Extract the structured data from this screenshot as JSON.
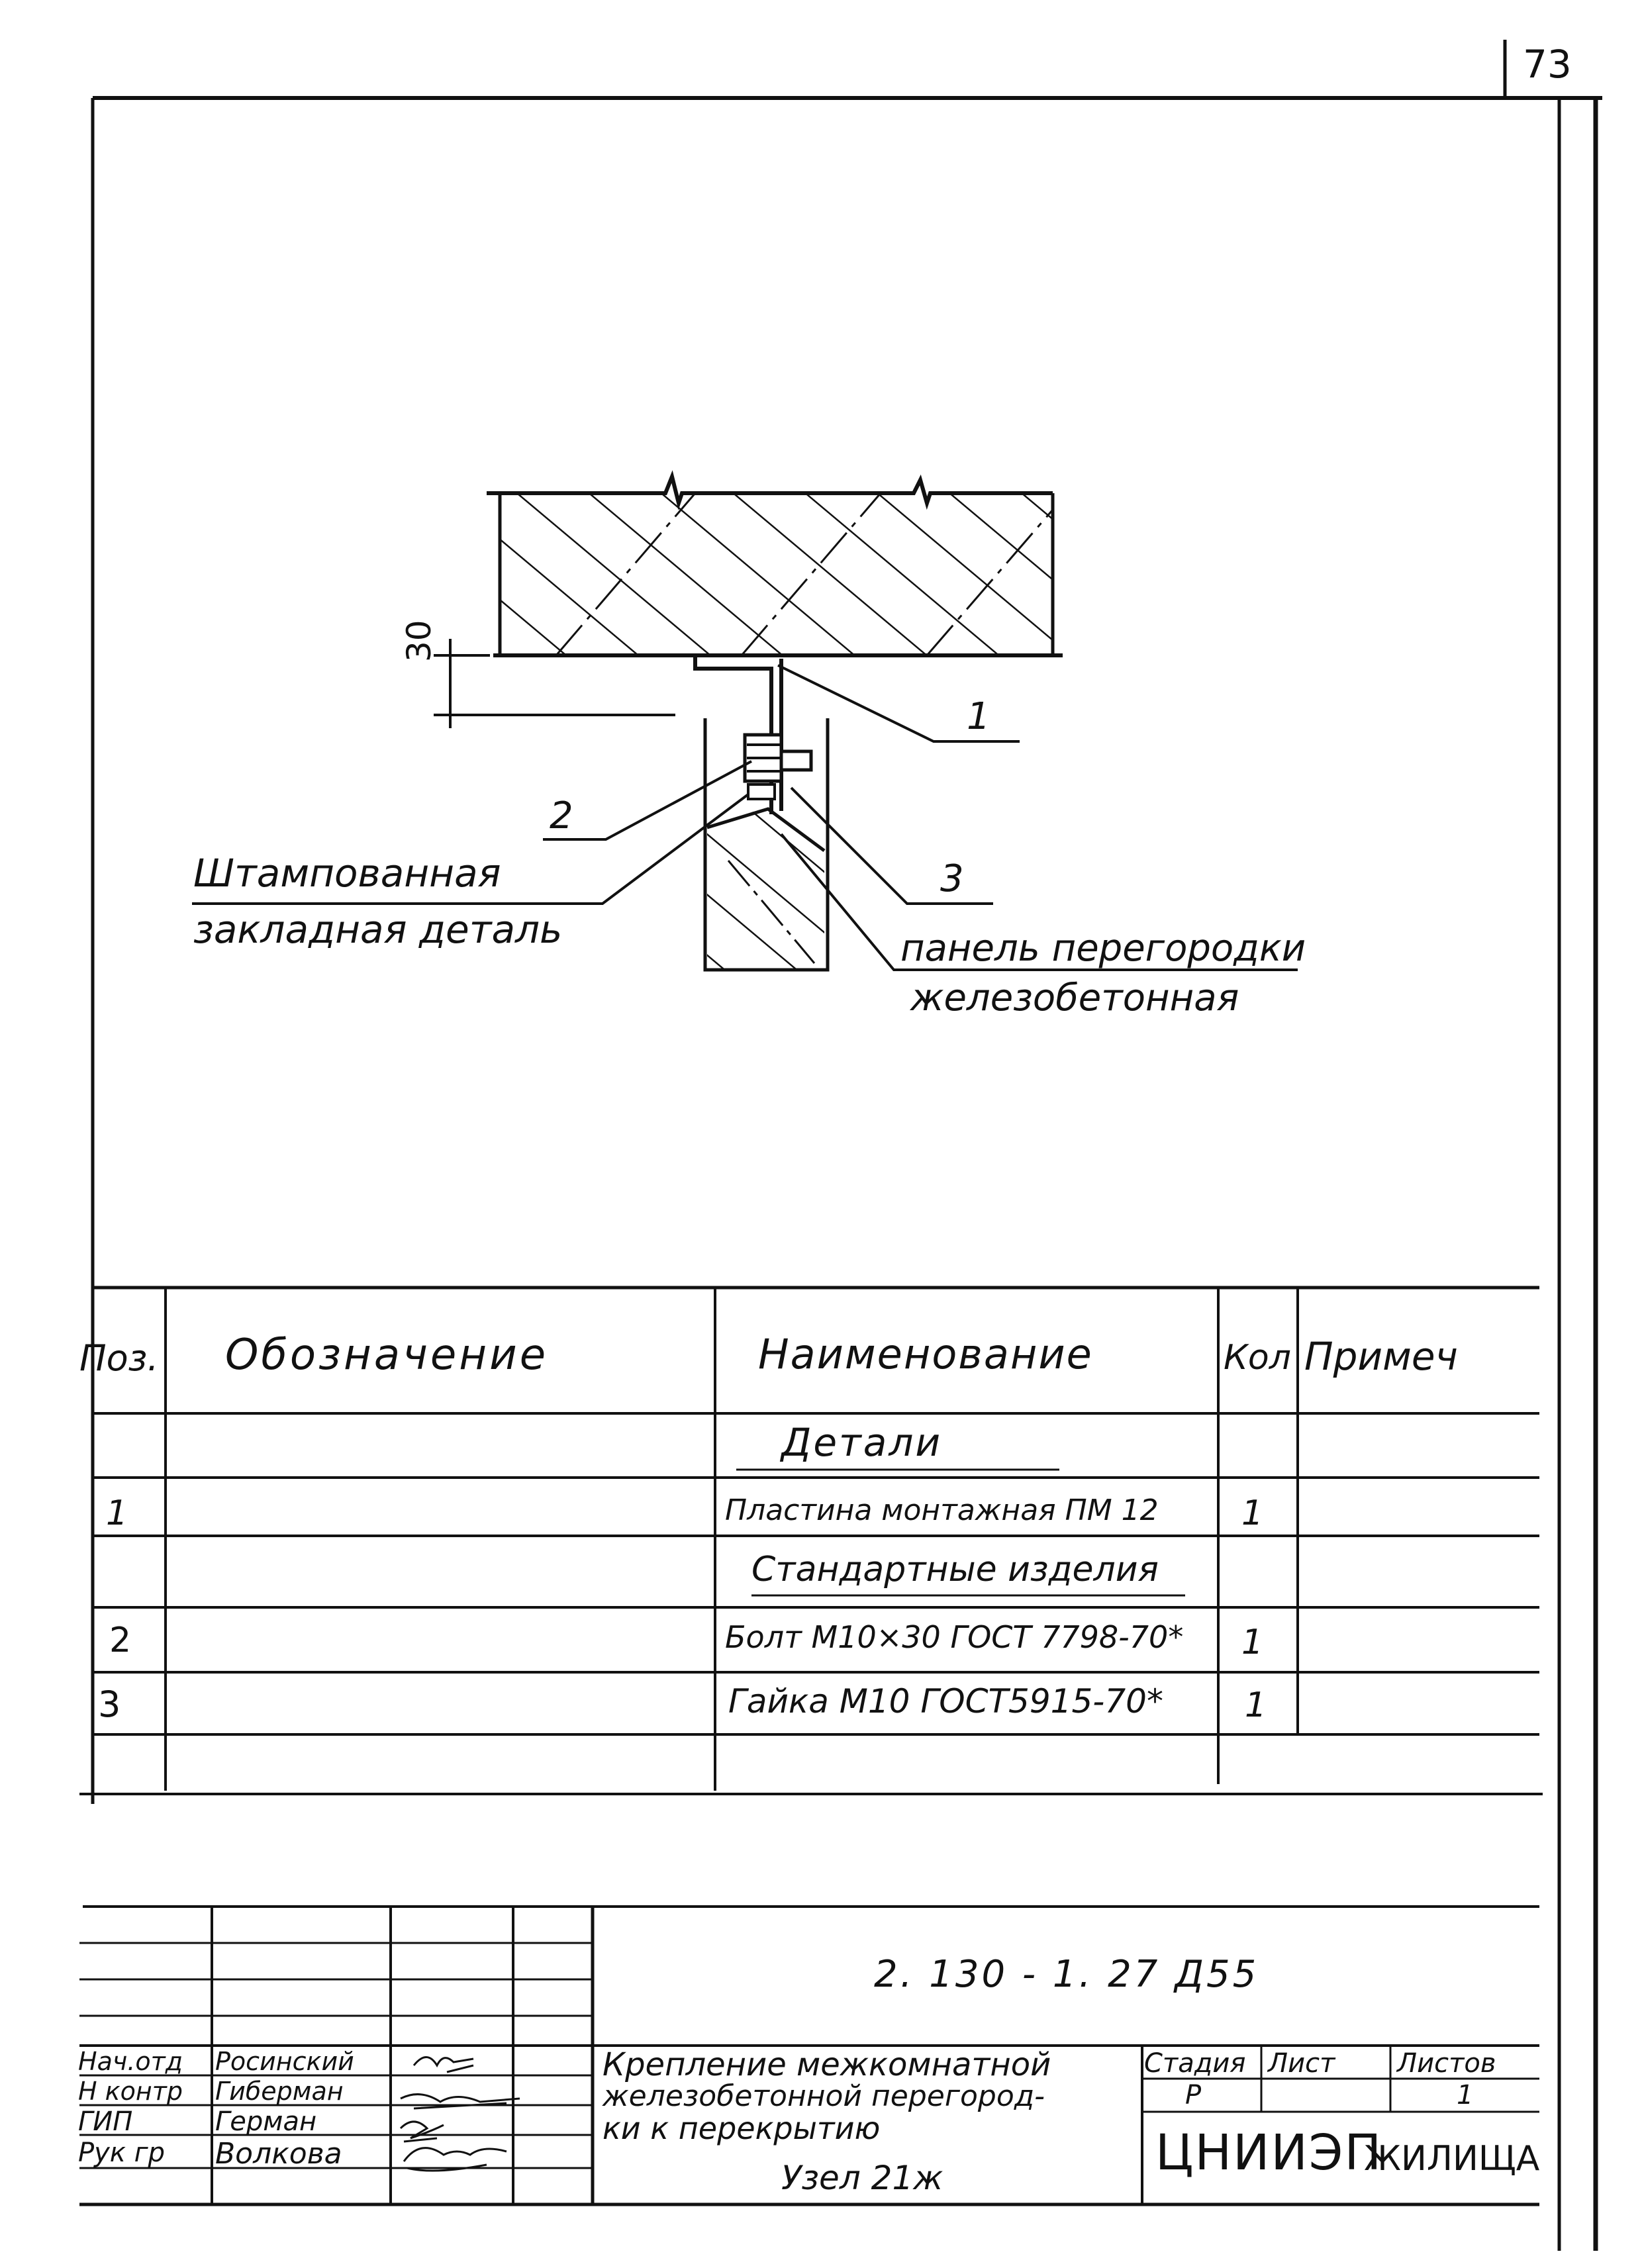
{
  "page_number": "73",
  "drawing": {
    "dimension": "30",
    "callouts": [
      "1",
      "2",
      "3"
    ],
    "label_embedded_line1": "Штампованная",
    "label_embedded_line2": "закладная деталь",
    "label_panel_line1": "панель перегородки",
    "label_panel_line2": "железобетонная"
  },
  "spec_table": {
    "headers": {
      "pos": "Поз.",
      "designation": "Обозначение",
      "name": "Наименование",
      "qty": "Кол",
      "note": "Примеч"
    },
    "rows": [
      {
        "pos": "",
        "name": "Детали",
        "qty": "",
        "section": true
      },
      {
        "pos": "1",
        "name": "Пластина монтажная ПМ 12",
        "qty": "1",
        "section": false
      },
      {
        "pos": "",
        "name": "Стандартные изделия",
        "qty": "",
        "section": true
      },
      {
        "pos": "2",
        "name": "Болт М10×30 ГОСТ 7798-70*",
        "qty": "1",
        "section": false
      },
      {
        "pos": "3",
        "name": "Гайка М10 ГОСТ5915-70*",
        "qty": "1",
        "section": false
      },
      {
        "pos": "",
        "name": "",
        "qty": "",
        "section": false
      }
    ]
  },
  "title_block": {
    "doc_code": "2. 130 - 1. 27 Д55",
    "title_line1": "Крепление межкомнатной",
    "title_line2": "железобетонной перегород-",
    "title_line3": "ки к перекрытию",
    "node": "Узел 21ж",
    "stage_label": "Стадия",
    "sheet_label": "Лист",
    "sheets_label": "Листов",
    "stage_value": "Р",
    "sheets_value": "1",
    "organization_abbr": "ЦНИИЭП",
    "organization_suffix": "ЖИЛИЩА",
    "signers": [
      {
        "role": "Нач.отд",
        "name": "Росинский"
      },
      {
        "role": "Н контр",
        "name": "Гиберман"
      },
      {
        "role": "ГИП",
        "name": "Герман"
      },
      {
        "role": "Рук гр",
        "name": "Волкова"
      }
    ]
  }
}
